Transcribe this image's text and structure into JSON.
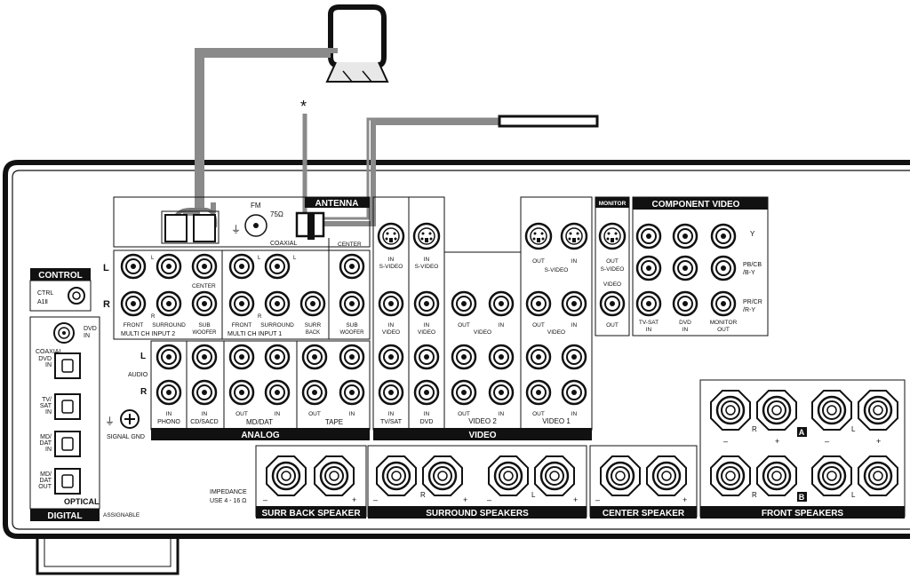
{
  "antenna": {
    "title": "ANTENNA",
    "fm": "FM",
    "ohm": "75Ω",
    "coaxial": "COAXIAL",
    "asterisk": "*"
  },
  "control": {
    "title": "CONTROL",
    "ctrl": "CTRL",
    "a1": "A1Ⅱ"
  },
  "digital": {
    "title": "DIGITAL",
    "assignable": "ASSIGNABLE",
    "optical": "OPTICAL",
    "coaxial": "COAXIAL",
    "dvd_in": [
      "DVD",
      "IN"
    ],
    "optical_ports": [
      [
        "DVD",
        "IN"
      ],
      [
        "TV/",
        "SAT",
        "IN"
      ],
      [
        "MD/",
        "DAT",
        "IN"
      ],
      [
        "MD/",
        "DAT",
        "OUT"
      ]
    ]
  },
  "signal_gnd": "SIGNAL GND",
  "analog": {
    "title": "ANALOG",
    "side_L": "L",
    "side_R": "R",
    "audio": "AUDIO",
    "audio_L": "L",
    "audio_R": "R",
    "multi2": "MULTI CH INPUT 2",
    "multi1": "MULTI CH INPUT 1",
    "front": "FRONT",
    "surround": "SURROUND",
    "sub": "SUB",
    "woofer": "WOOFER",
    "center": "CENTER",
    "surr": "SURR",
    "back": "BACK",
    "small_L": "L",
    "small_R": "R",
    "in": "IN",
    "out": "OUT",
    "phono": "PHONO",
    "cdsacd": "CD/SACD",
    "mddat": "MD/DAT",
    "tape": "TAPE"
  },
  "video": {
    "title": "VIDEO",
    "in": "IN",
    "out": "OUT",
    "svideo": "S-VIDEO",
    "video": "VIDEO",
    "tvsat": "TV/SAT",
    "dvd": "DVD",
    "video2": "VIDEO 2",
    "video1": "VIDEO 1"
  },
  "monitor": {
    "title": "MONITOR",
    "out": "OUT",
    "svideo": "S-VIDEO",
    "video": "VIDEO"
  },
  "component": {
    "title": "COMPONENT VIDEO",
    "rows": [
      "Y",
      "PB/CB",
      "/B-Y",
      "PR/CR",
      "/R-Y"
    ],
    "cols": [
      [
        "TV-SAT",
        "IN"
      ],
      [
        "DVD",
        "IN"
      ],
      [
        "MONITOR",
        "OUT"
      ]
    ]
  },
  "speakers": {
    "impedance": "IMPEDANCE",
    "use": "USE 4 - 16 Ω",
    "surr_back": "SURR BACK SPEAKER",
    "surround": "SURROUND SPEAKERS",
    "center": "CENTER SPEAKER",
    "front": "FRONT SPEAKERS",
    "A": "A",
    "B": "B",
    "R": "R",
    "L": "L",
    "minus": "–",
    "plus": "+"
  }
}
